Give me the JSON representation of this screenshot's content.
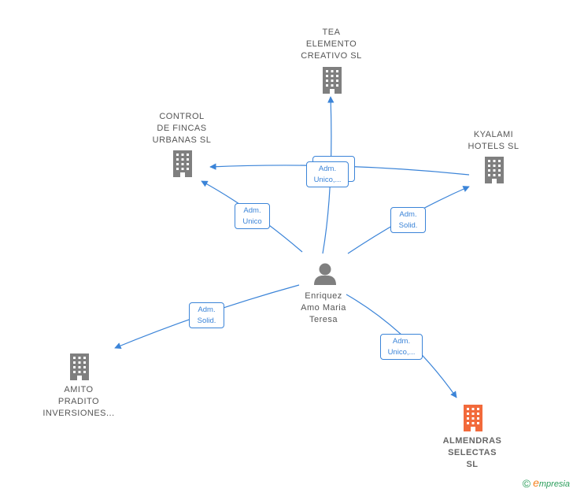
{
  "nodes": {
    "tea": {
      "label": "TEA\nELEMENTO\nCREATIVO  SL"
    },
    "control": {
      "label": "CONTROL\nDE FINCAS\nURBANAS SL"
    },
    "kyalami": {
      "label": "KYALAMI\nHOTELS  SL"
    },
    "person": {
      "label": "Enriquez\nAmo Maria\nTeresa"
    },
    "amito": {
      "label": "AMITO\nPRADITO\nINVERSIONES..."
    },
    "almendras": {
      "label": "ALMENDRAS\nSELECTAS\nSL"
    }
  },
  "edges": {
    "control": {
      "label": "Adm.\nUnico"
    },
    "tea": {
      "label": "Adm.\nUnico,..."
    },
    "kyalami": {
      "label": "Adm.\nSolid."
    },
    "amito": {
      "label": "Adm.\nSolid."
    },
    "almendras": {
      "label": "Adm.\nUnico,..."
    }
  },
  "colors": {
    "edge": "#3b84d8",
    "building": "#7f7f7f",
    "building_highlight": "#f26a3b",
    "person": "#7f7f7f"
  },
  "icons": {
    "company": "building-icon",
    "person": "person-icon",
    "brand": "copyright-icon"
  },
  "brand": {
    "rest": "mpresia",
    "e": "e"
  }
}
